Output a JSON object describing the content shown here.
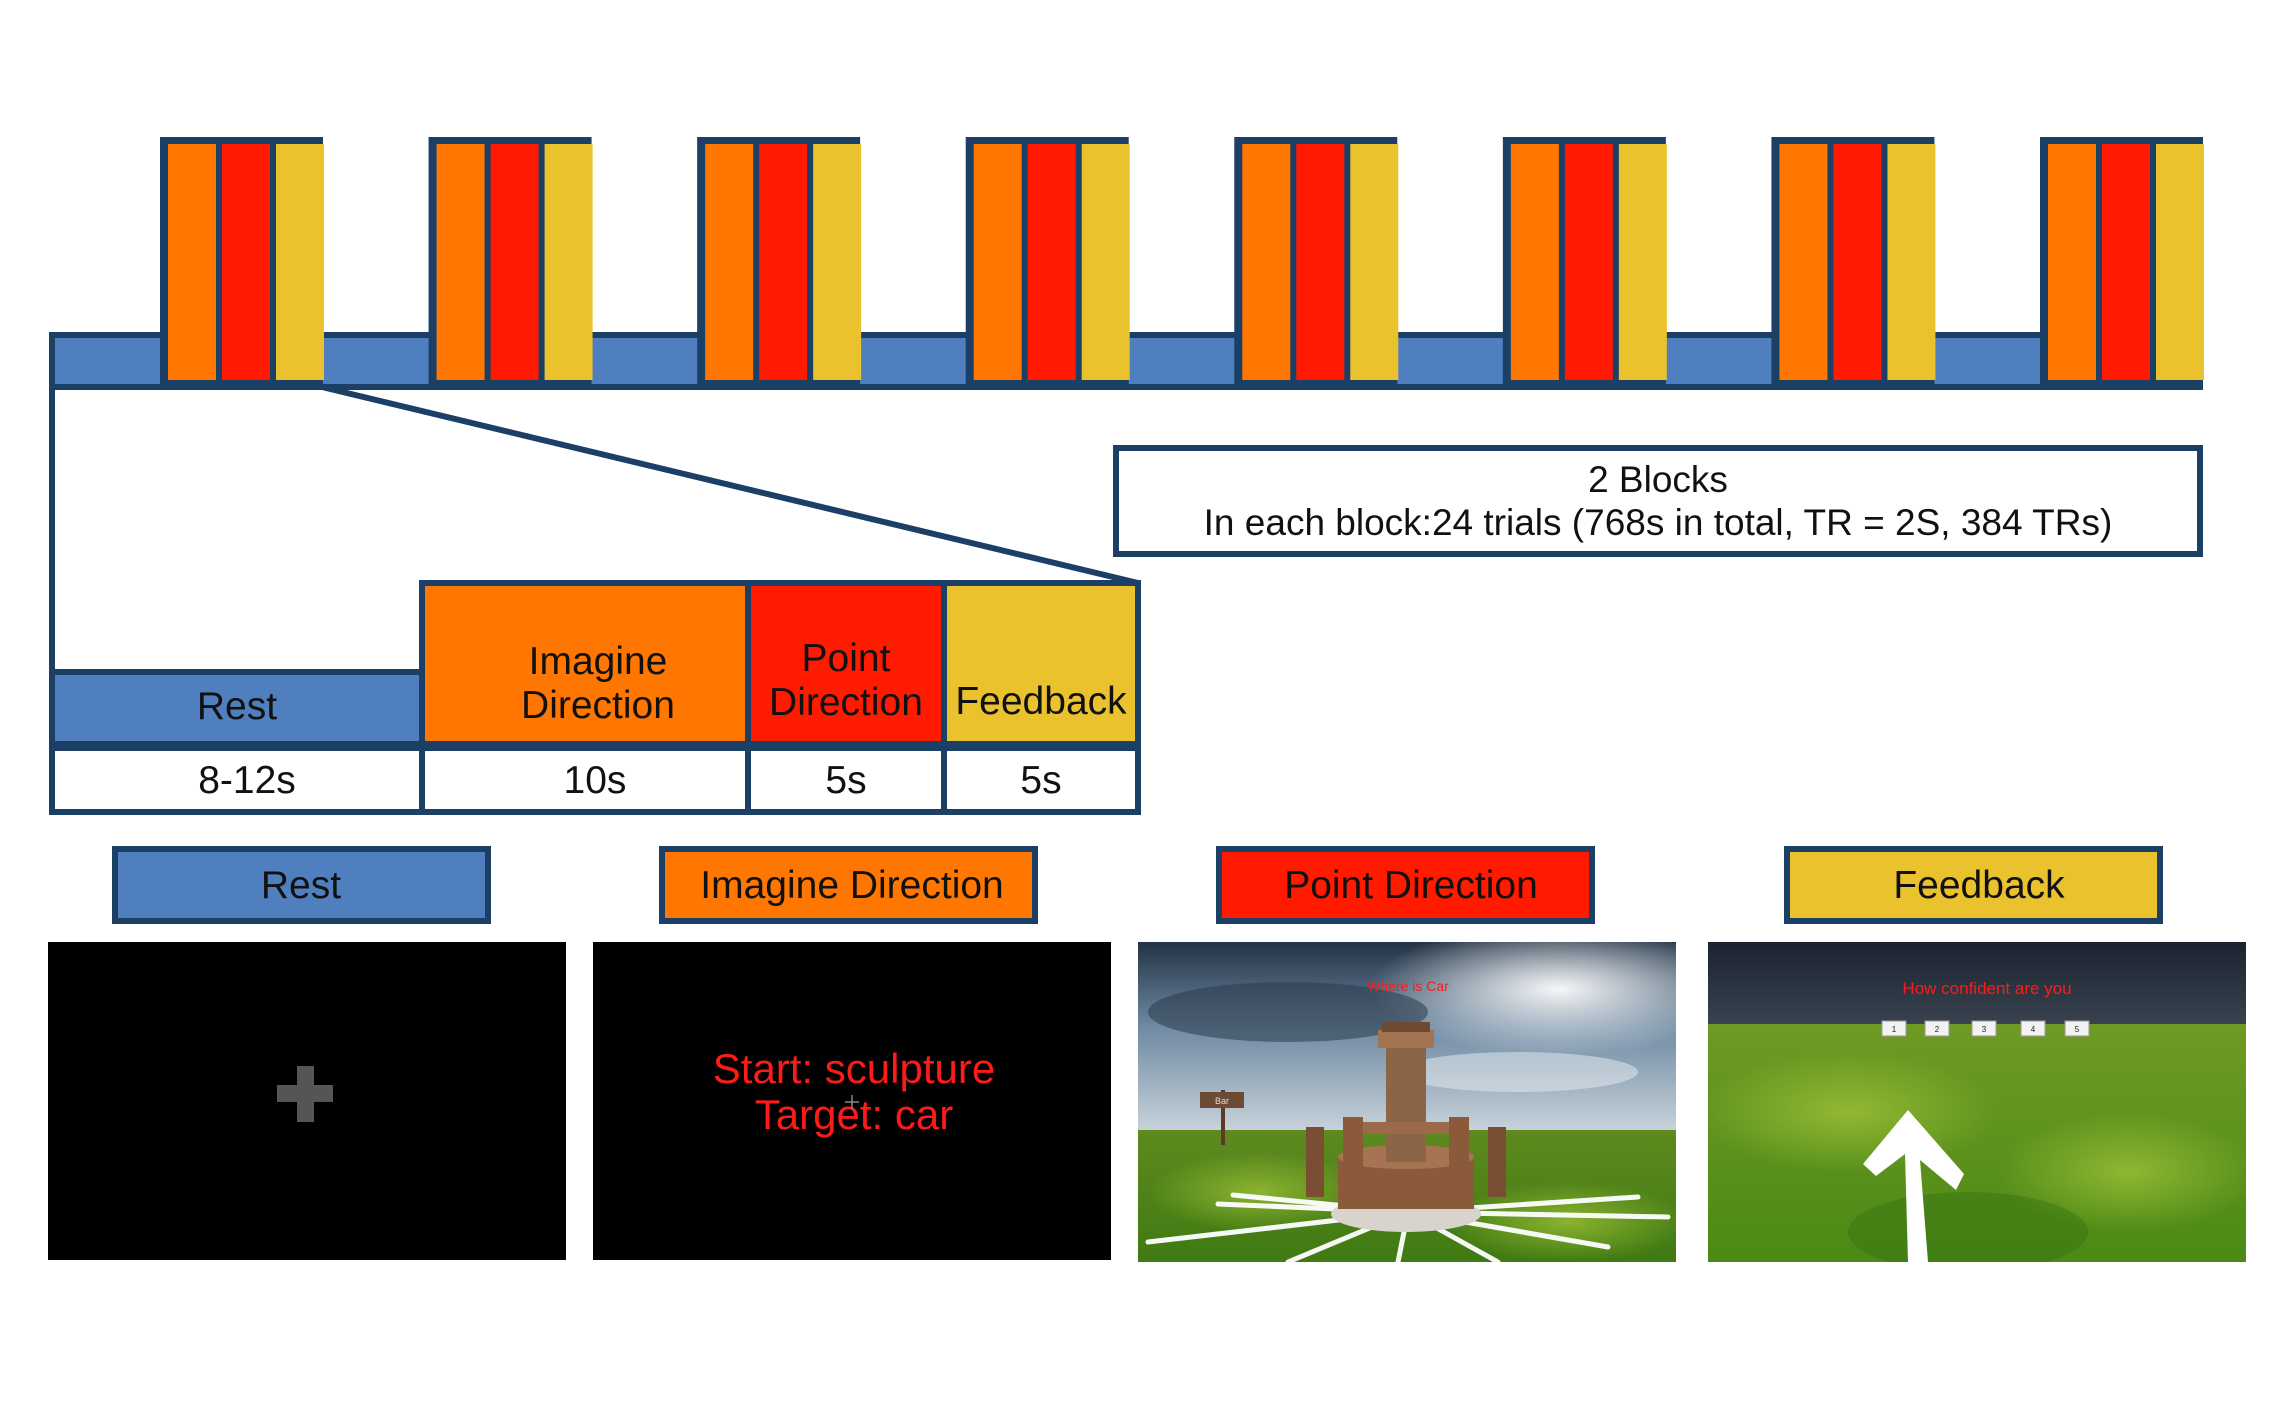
{
  "colors": {
    "rest": "#4F7FBE",
    "imagine": "#FF7700",
    "point": "#FF1A00",
    "feedback": "#E9C22D",
    "outline": "#1C3F66",
    "screen_black": "#000000",
    "stimulus_text": "#FF1A1A"
  },
  "timeline": {
    "block_count": 8,
    "segments": [
      "imagine",
      "point",
      "feedback"
    ]
  },
  "info_box": {
    "line1": "2 Blocks",
    "line2": "In each block:24 trials (768s in total, TR = 2S, 384 TRs)"
  },
  "trial": {
    "phases": [
      {
        "key": "rest",
        "label": [
          "Rest"
        ],
        "duration": "8-12s"
      },
      {
        "key": "imagine",
        "label": [
          "Imagine",
          "Direction"
        ],
        "duration": "10s"
      },
      {
        "key": "point",
        "label": [
          "Point",
          "Direction"
        ],
        "duration": "5s"
      },
      {
        "key": "feedback",
        "label": [
          "Feedback"
        ],
        "duration": "5s"
      }
    ]
  },
  "panels": [
    {
      "key": "rest",
      "label": "Rest"
    },
    {
      "key": "imagine",
      "label": "Imagine Direction"
    },
    {
      "key": "point",
      "label": "Point Direction"
    },
    {
      "key": "feedback",
      "label": "Feedback"
    }
  ],
  "screens": {
    "rest": {
      "icon": "fixation-cross-icon"
    },
    "imagine": {
      "line1": "Start: sculpture",
      "line2": "Target: car"
    },
    "point": {
      "prompt": "Where is Car",
      "sign_text": "Bar"
    },
    "feedback": {
      "prompt": "How confident are you",
      "scale": [
        "1",
        "2",
        "3",
        "4",
        "5"
      ],
      "icon": "arrow-icon"
    }
  }
}
